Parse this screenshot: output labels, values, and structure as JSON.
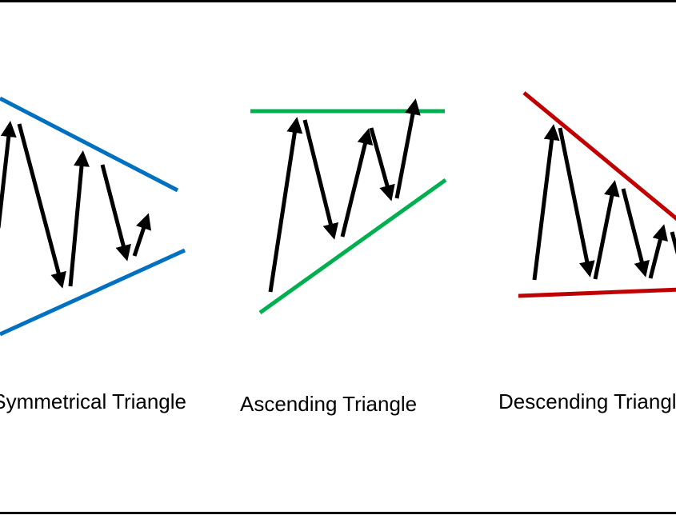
{
  "patterns": [
    {
      "label": "Symmetrical Triangle",
      "color": "#0070C0"
    },
    {
      "label": "Ascending Triangle",
      "color": "#00B050"
    },
    {
      "label": "Descending Triangle",
      "color": "#C00000"
    }
  ]
}
